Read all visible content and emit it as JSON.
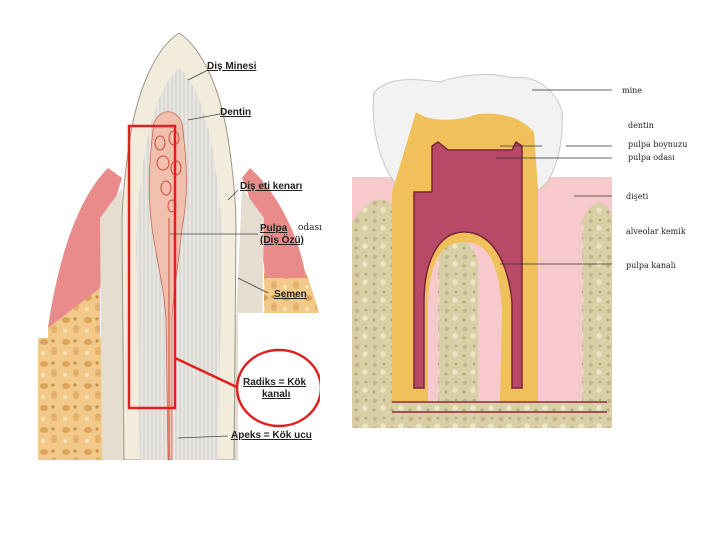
{
  "left_labels": {
    "dis_minesi": "Diş Minesi",
    "dentin": "Dentin",
    "diseti_kenari": "Diş eti kenarı",
    "pulpa_line1": "Pulpa",
    "pulpa_line2": "(Diş Özü)",
    "odasi": "odası",
    "semen": "Semen",
    "radiks_line1": "Radiks = Kök",
    "radiks_line2": "kanalı",
    "apeks": "Apeks = Kök ucu"
  },
  "right_labels": {
    "mine": "mine",
    "dentin": "dentin",
    "pulpa_boynuzu": "pulpa boynuzu",
    "pulpa_odasi": "pulpa odası",
    "dis_eti": "dişeti",
    "alveolar_kemik": "alveolar kemik",
    "pulpa_kanali": "pulpa kanalı"
  },
  "colors": {
    "enamel": "#e9e4d2",
    "dentin": "#f0c05a",
    "pulp": "#b84a68",
    "gum": "#f3b8bd",
    "bone": "#d8cfa8",
    "highlight_red": "#e02020"
  }
}
